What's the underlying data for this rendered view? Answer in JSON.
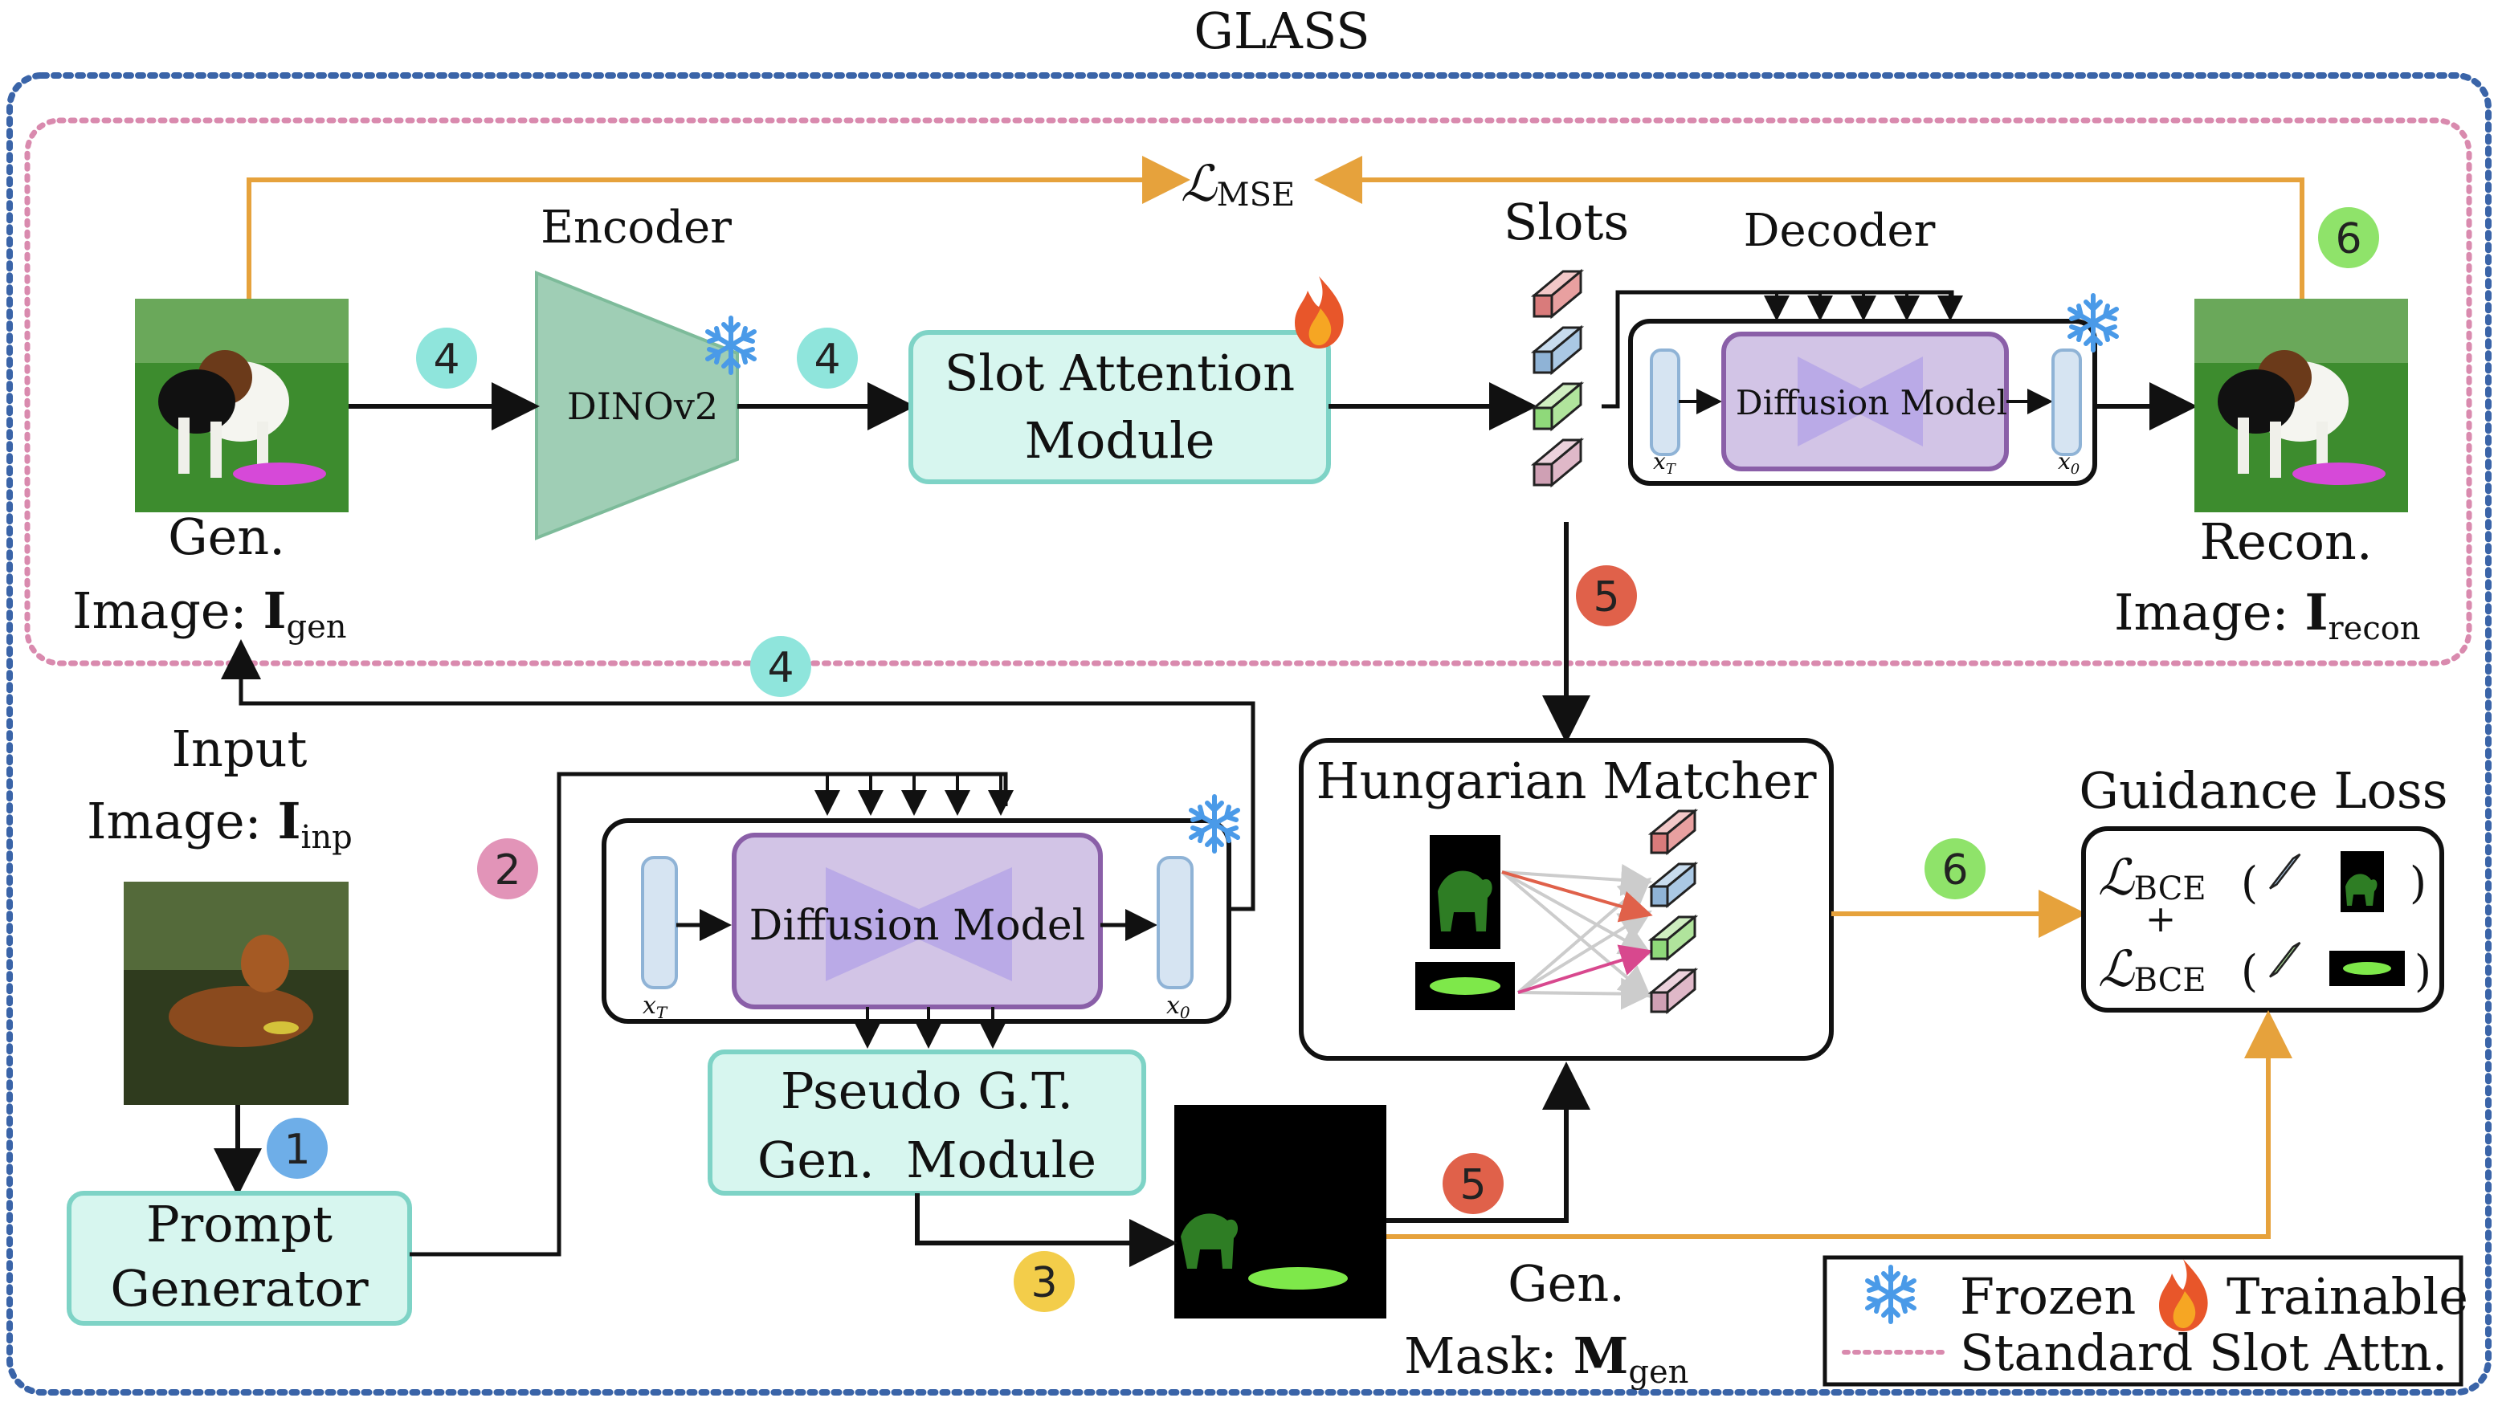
{
  "title": "GLASS",
  "labels": {
    "encoder": "Encoder",
    "dinov2": "DINOv2",
    "slot_attention_line1": "Slot Attention",
    "slot_attention_line2": "Module",
    "slots": "Slots",
    "decoder": "Decoder",
    "diffusion_model": "Diffusion Model",
    "x_T": "x",
    "x_T_sub": "T",
    "x_0": "x",
    "x_0_sub": "0",
    "gen_image_line1": "Gen.",
    "gen_image_line2": "Image:",
    "gen_image_sym": "I",
    "gen_image_sub": "gen",
    "recon_image_line1": "Recon.",
    "recon_image_line2": "Image:",
    "recon_image_sym": "I",
    "recon_image_sub": "recon",
    "input_image_line1": "Input",
    "input_image_line2": "Image:",
    "input_image_sym": "I",
    "input_image_sub": "inp",
    "loss_mse": "ℒ",
    "loss_mse_sub": "MSE",
    "hungarian_matcher": "Hungarian Matcher",
    "guidance_loss": "Guidance Loss",
    "loss_bce": "ℒ",
    "loss_bce_sub": "BCE",
    "plus": "+",
    "pseudo_gt_line1": "Pseudo G.T.",
    "pseudo_gt_line2": "Gen.  Module",
    "prompt_line1": "Prompt",
    "prompt_line2": "Generator",
    "gen_mask_line1": "Gen.",
    "gen_mask_line2": "Mask:",
    "gen_mask_sym": "M",
    "gen_mask_sub": "gen"
  },
  "legend": {
    "frozen": "Frozen",
    "trainable": "Trainable",
    "standard": "Standard Slot Attn."
  },
  "badges": [
    "4",
    "4",
    "4",
    "5",
    "5",
    "6",
    "6",
    "1",
    "2",
    "3"
  ],
  "colors": {
    "frame_blue": "#3a64a8",
    "standard_pink": "#d98aae",
    "loss_arrow": "#e6a23c",
    "module_fill": "#d7f6ef",
    "module_stroke": "#7ed3c6",
    "diffusion_fill": "#d2c4e6",
    "diffusion_stroke": "#8a5fa8",
    "encoder_fill": "#9fceb5",
    "badge_teal": "#8fe5dc",
    "badge_red": "#e0614a",
    "badge_green": "#8fe36a",
    "badge_blue": "#6eaee8",
    "badge_pink": "#e294b8",
    "badge_yellow": "#f3cd4a",
    "mask_green": "#7ee84a"
  }
}
